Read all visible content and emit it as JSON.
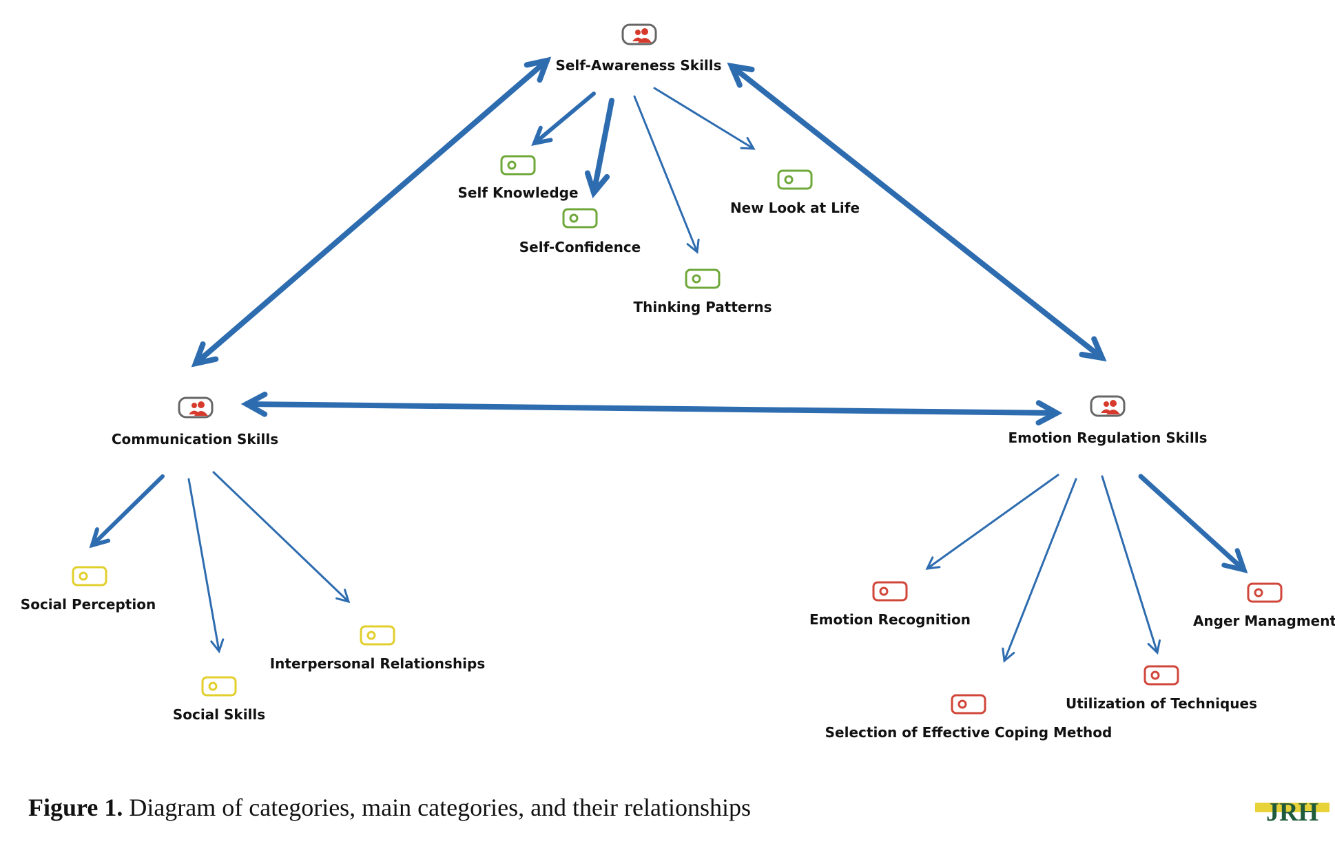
{
  "main_categories": [
    {
      "id": "self_awareness",
      "label": "Self-Awareness Skills"
    },
    {
      "id": "communication",
      "label": "Communication Skills"
    },
    {
      "id": "emotion_regulation",
      "label": "Emotion Regulation Skills"
    }
  ],
  "sub_categories": {
    "self_awareness": [
      "Self Knowledge",
      "Self-Confidence",
      "Thinking Patterns",
      "New Look at Life"
    ],
    "communication": [
      "Social Perception",
      "Social Skills",
      "Interpersonal Relationships"
    ],
    "emotion_regulation": [
      "Emotion Recognition",
      "Selection of Effective Coping Method",
      "Utilization of Techniques",
      "Anger Managment"
    ]
  },
  "relationships": [
    {
      "from": "Self-Awareness Skills",
      "to": "Communication Skills",
      "type": "bidirectional"
    },
    {
      "from": "Self-Awareness Skills",
      "to": "Emotion Regulation Skills",
      "type": "bidirectional"
    },
    {
      "from": "Communication Skills",
      "to": "Emotion Regulation Skills",
      "type": "bidirectional"
    }
  ],
  "colors": {
    "arrow": "#2e6cb0",
    "main_icon": "#d63a2c",
    "self_awareness_sub": "#6fa83a",
    "communication_sub": "#e2cf2c",
    "emotion_regulation_sub": "#d0463a"
  },
  "caption": {
    "prefix": "Figure 1.",
    "text": " Diagram of categories, main categories, and their relationships"
  },
  "logo": {
    "text": "JRH",
    "icon": "journal-logo"
  }
}
